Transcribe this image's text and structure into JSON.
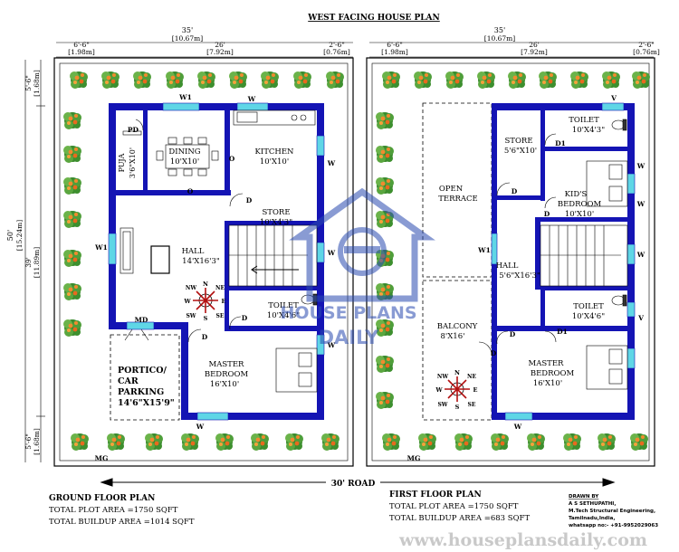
{
  "title": "WEST FACING HOUSE PLAN",
  "dims": {
    "width_total": "35'",
    "width_total_m": "[10.67m]",
    "w_left": "6'-6\"",
    "w_left_m": "[1.98m]",
    "w_mid": "26'",
    "w_mid_m": "[7.92m]",
    "w_right": "2'-6\"",
    "w_right_m": "[0.76m]",
    "h_total": "50'",
    "h_total_m": "[15.24m]",
    "h_top": "5'-6\"",
    "h_top_m": "[1.68m]",
    "h_mid": "39'",
    "h_mid_m": "[11.89m]",
    "h_bot": "5'-6\"",
    "h_bot_m": "[1.68m]"
  },
  "ground": {
    "window_w1_top": "W1",
    "window_w_top": "W",
    "dining": "DINING",
    "dining_size": "10'X10'",
    "kitchen": "KITCHEN",
    "kitchen_size": "10'X10'",
    "puja": "PUJA",
    "puja_size": "3'6\"X10'",
    "pd": "PD",
    "opening_o1": "O",
    "opening_o2": "O",
    "store": "STORE",
    "store_size": "10'X4'3\"",
    "door_d1": "D",
    "hall": "HALL",
    "hall_size": "14'X16'3\"",
    "window_w1_left": "W1",
    "window_w_right1": "W",
    "window_w_right2": "W",
    "toilet": "TOILET",
    "toilet_size": "10'X4'6\"",
    "door_d2": "D",
    "md": "MD",
    "portico": "PORTICO/",
    "car": "CAR",
    "parking": "PARKING",
    "parking_size": "14'6\"X15'9\"",
    "master": "MASTER",
    "bedroom": "BEDROOM",
    "master_size": "16'X10'",
    "door_d3": "D",
    "window_w_bot": "W",
    "window_w_right3": "W",
    "mg": "MG",
    "plan_name": "GROUND FLOOR PLAN",
    "plot_area": "TOTAL PLOT AREA =1750 SQFT",
    "buildup_area": "TOTAL BUILDUP AREA =1014 SQFT"
  },
  "first": {
    "window_v_top": "V",
    "store": "STORE",
    "store_size": "5'6\"X10'",
    "toilet1": "TOILET",
    "toilet1_size": "10'X4'3\"",
    "d1_a": "D1",
    "open": "OPEN",
    "terrace": "TERRACE",
    "door_d1": "D",
    "kids": "KID'S",
    "kids_bed": "BEDROOM",
    "kids_size": "10'X10'",
    "door_d2": "D",
    "window_w_r1": "W",
    "window_w_r2": "W",
    "window_w_r3": "W",
    "window_w1_left": "W1",
    "hall": "HALL",
    "hall_size": "5'6\"X16'3\"",
    "toilet2": "TOILET",
    "toilet2_size": "10'X4'6\"",
    "window_v2": "V",
    "d1_b": "D1",
    "d_hall": "D",
    "balcony": "BALCONY",
    "balcony_size": "8'X16'",
    "door_d3": "D",
    "master": "MASTER",
    "bedroom": "BEDROOM",
    "master_size": "16'X10'",
    "window_w_bot": "W",
    "mg": "MG",
    "plan_name": "FIRST FLOOR PLAN",
    "plot_area": "TOTAL PLOT AREA =1750 SQFT",
    "buildup_area": "TOTAL BUILDUP AREA =683 SQFT"
  },
  "road": "30' ROAD",
  "compass": {
    "n": "N",
    "s": "S",
    "e": "E",
    "w": "W",
    "ne": "NE",
    "nw": "NW",
    "se": "SE",
    "sw": "SW"
  },
  "credits": {
    "drawn_by": "DRAWN BY",
    "name": "A S SETHUPATHI,",
    "degree": "M.Tech Structural Engineering,",
    "place": "Tamilnadu,India,",
    "phone": "whatsapp no:- +91-9952029063"
  },
  "website": "www.houseplansdaily.com",
  "watermark": {
    "line1": "HOUSE PLANS",
    "line2": "DAILY"
  },
  "colors": {
    "wall": "#1414b4",
    "window": "#5fd6e6",
    "watermark": "#2a4bb0"
  }
}
